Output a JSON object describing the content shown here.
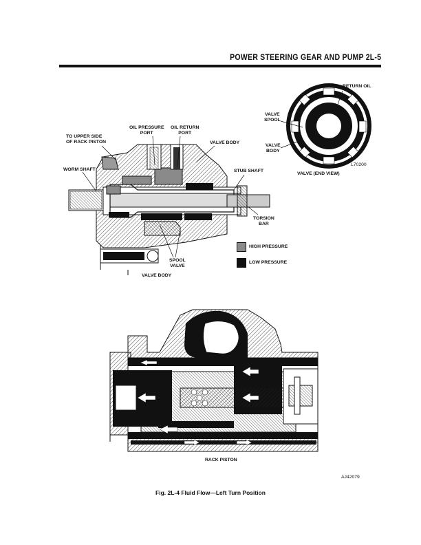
{
  "header": {
    "title": "POWER STEERING GEAR AND PUMP   2L-5"
  },
  "top_figure": {
    "labels": {
      "to_upper_side": "TO UPPER SIDE\nOF RACK PISTON",
      "oil_pressure_port": "OIL PRESSURE\nPORT",
      "oil_return_port": "OIL RETURN\nPORT",
      "valve_body_top": "VALVE BODY",
      "worm_shaft": "WORM SHAFT",
      "stub_shaft": "STUB SHAFT",
      "torsion_bar": "TORSION\nBAR",
      "spool_valve": "SPOOL\nVALVE",
      "valve_body_bottom": "VALVE BODY"
    },
    "legend": {
      "high_pressure": "HIGH PRESSURE",
      "low_pressure": "LOW PRESSURE",
      "high_color": "#8a8a8a",
      "low_color": "#111111"
    }
  },
  "end_view": {
    "return_oil": "RETURN OIL",
    "valve_spool": "VALVE\nSPOOL",
    "valve_body": "VALVE\nBODY",
    "code": "L70200",
    "title": "VALVE (END VIEW)"
  },
  "bottom_figure": {
    "rack_piston": "RACK PISTON",
    "code": "AJ42079"
  },
  "caption": "Fig. 2L-4   Fluid Flow—Left Turn Position"
}
